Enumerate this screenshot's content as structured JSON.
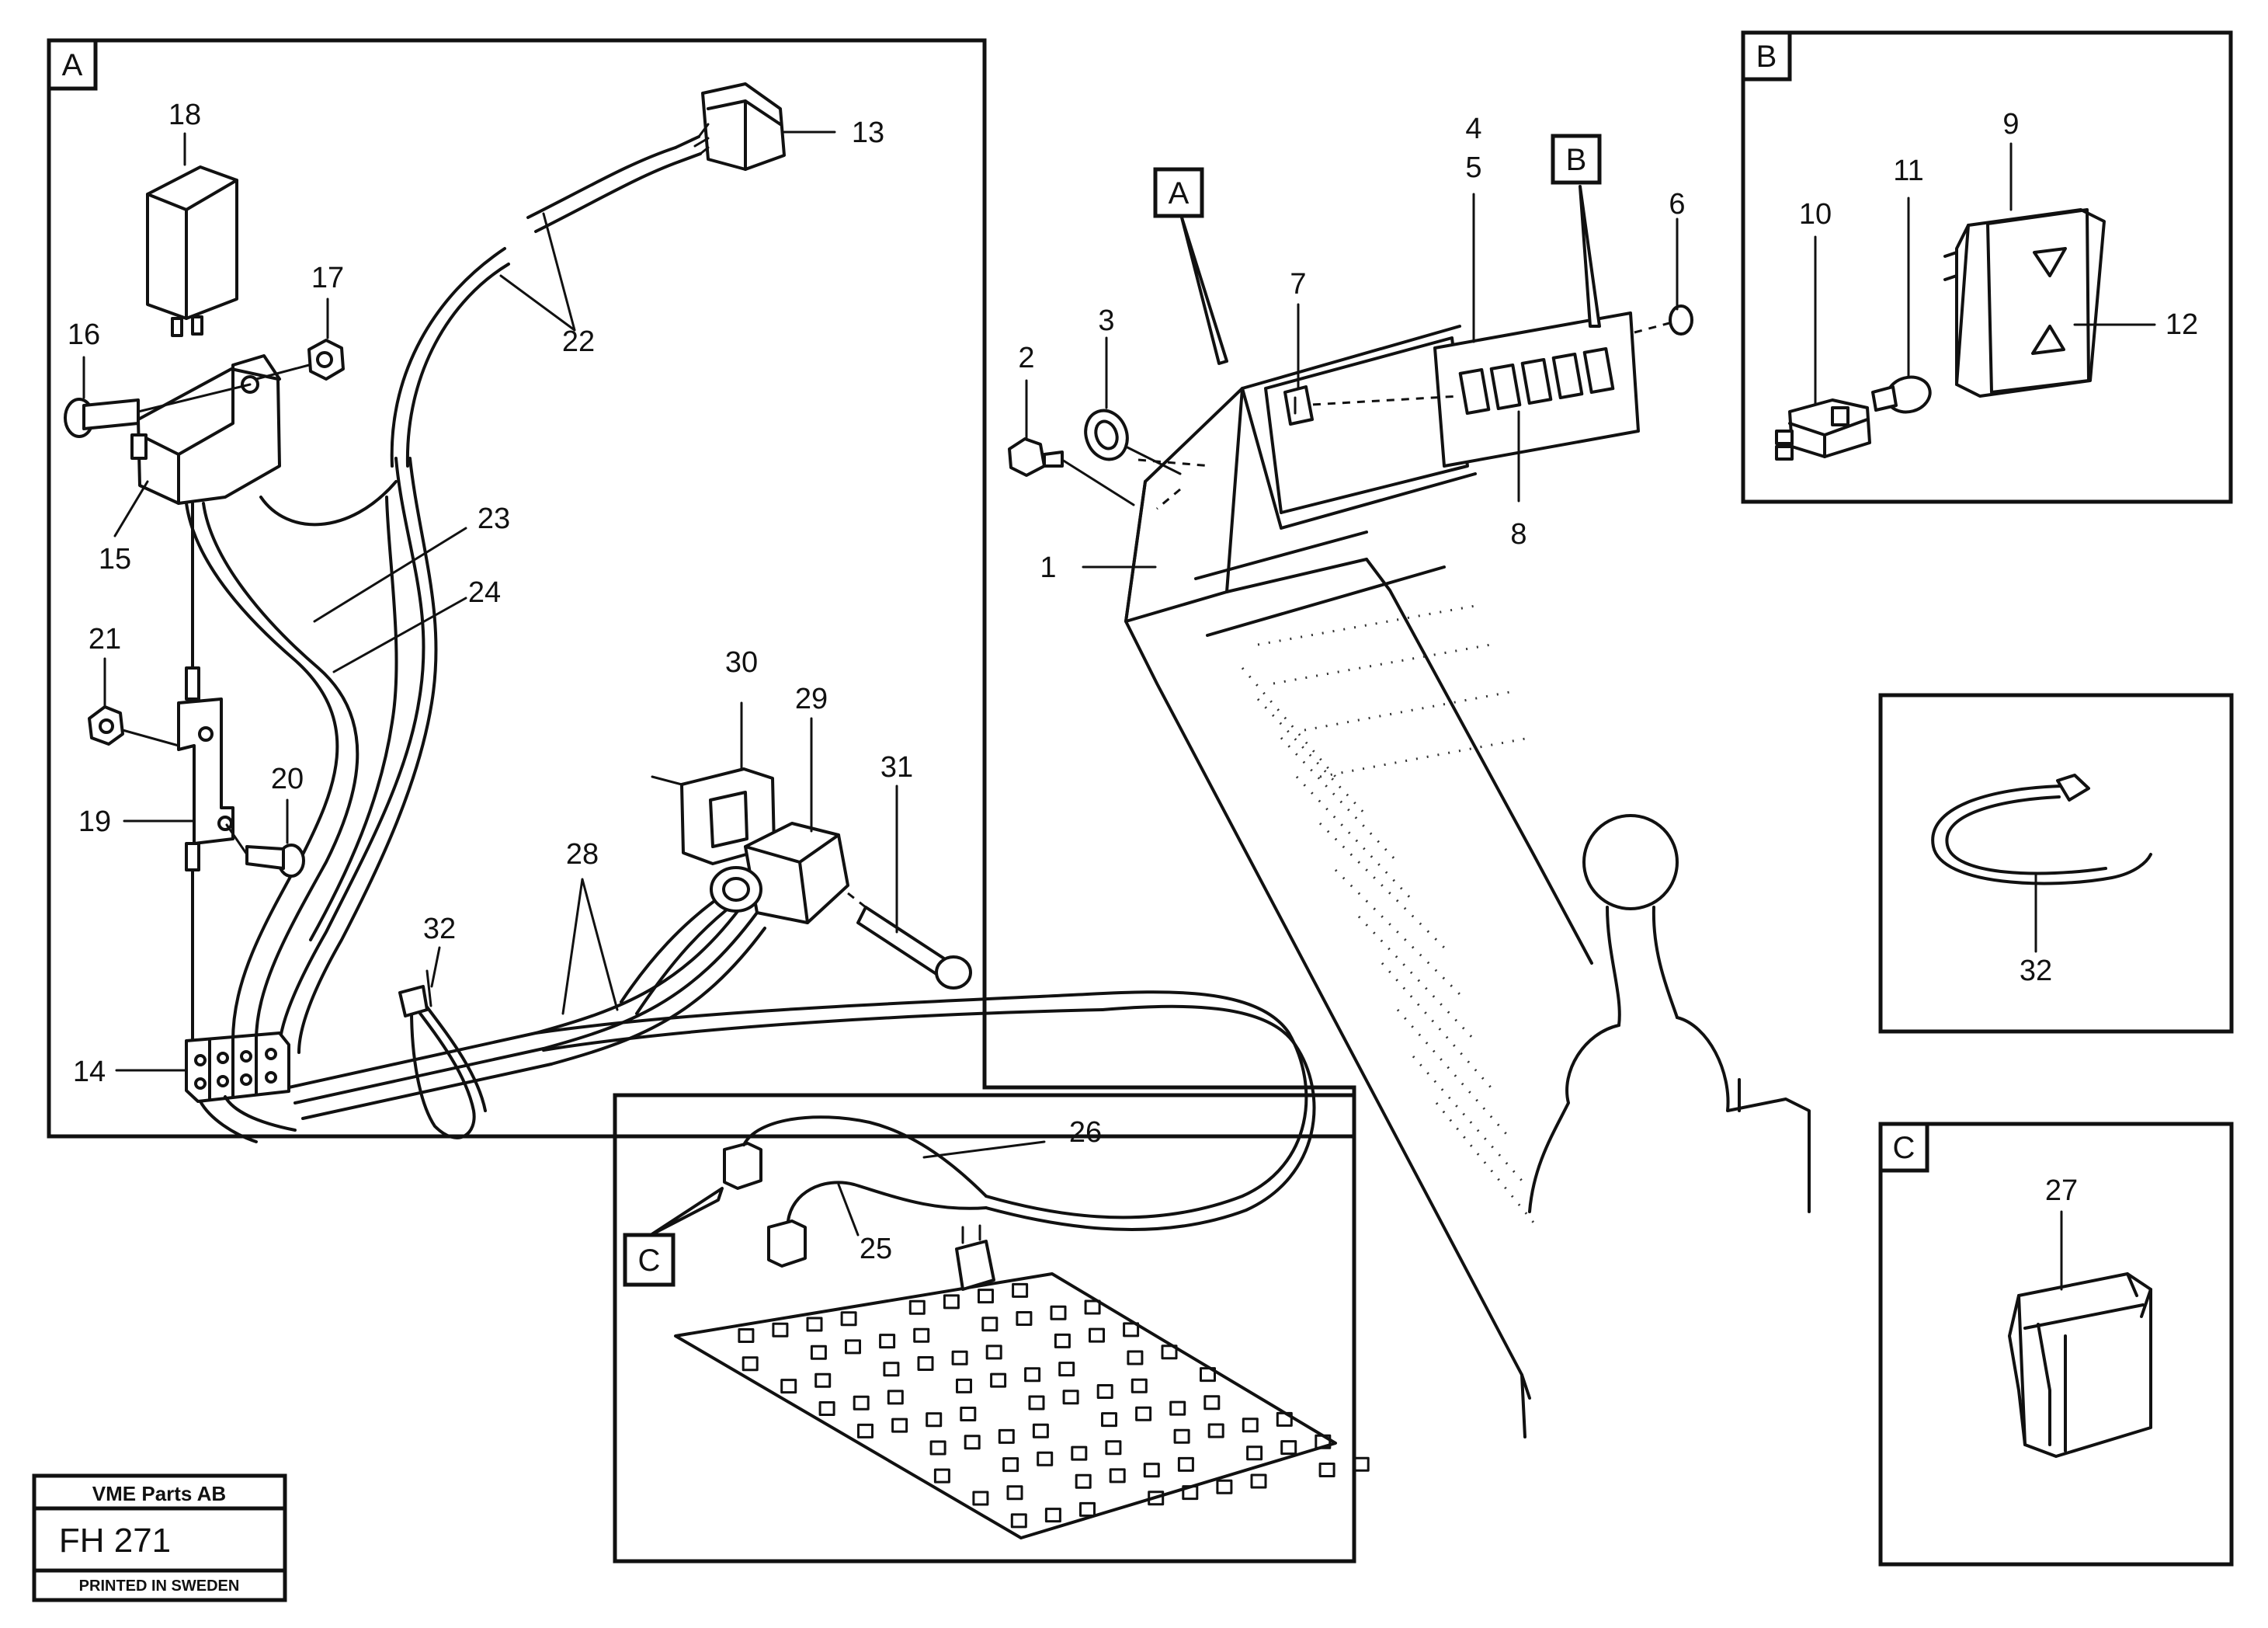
{
  "detail_views": {
    "a": "A",
    "b": "B",
    "c": "C"
  },
  "callouts": {
    "n1": "1",
    "n2": "2",
    "n3": "3",
    "n4": "4",
    "n5": "5",
    "n6": "6",
    "n7": "7",
    "n8": "8",
    "n9": "9",
    "n10": "10",
    "n11": "11",
    "n12": "12",
    "n13": "13",
    "n14": "14",
    "n15": "15",
    "n16": "16",
    "n17": "17",
    "n18": "18",
    "n19": "19",
    "n20": "20",
    "n21": "21",
    "n22": "22",
    "n23": "23",
    "n24": "24",
    "n25": "25",
    "n26": "26",
    "n27": "27",
    "n28": "28",
    "n29": "29",
    "n30": "30",
    "n31": "31",
    "n32": "32"
  },
  "title_block": {
    "company": "VME Parts AB",
    "drawing_number": "FH 271",
    "printed": "PRINTED IN SWEDEN"
  }
}
